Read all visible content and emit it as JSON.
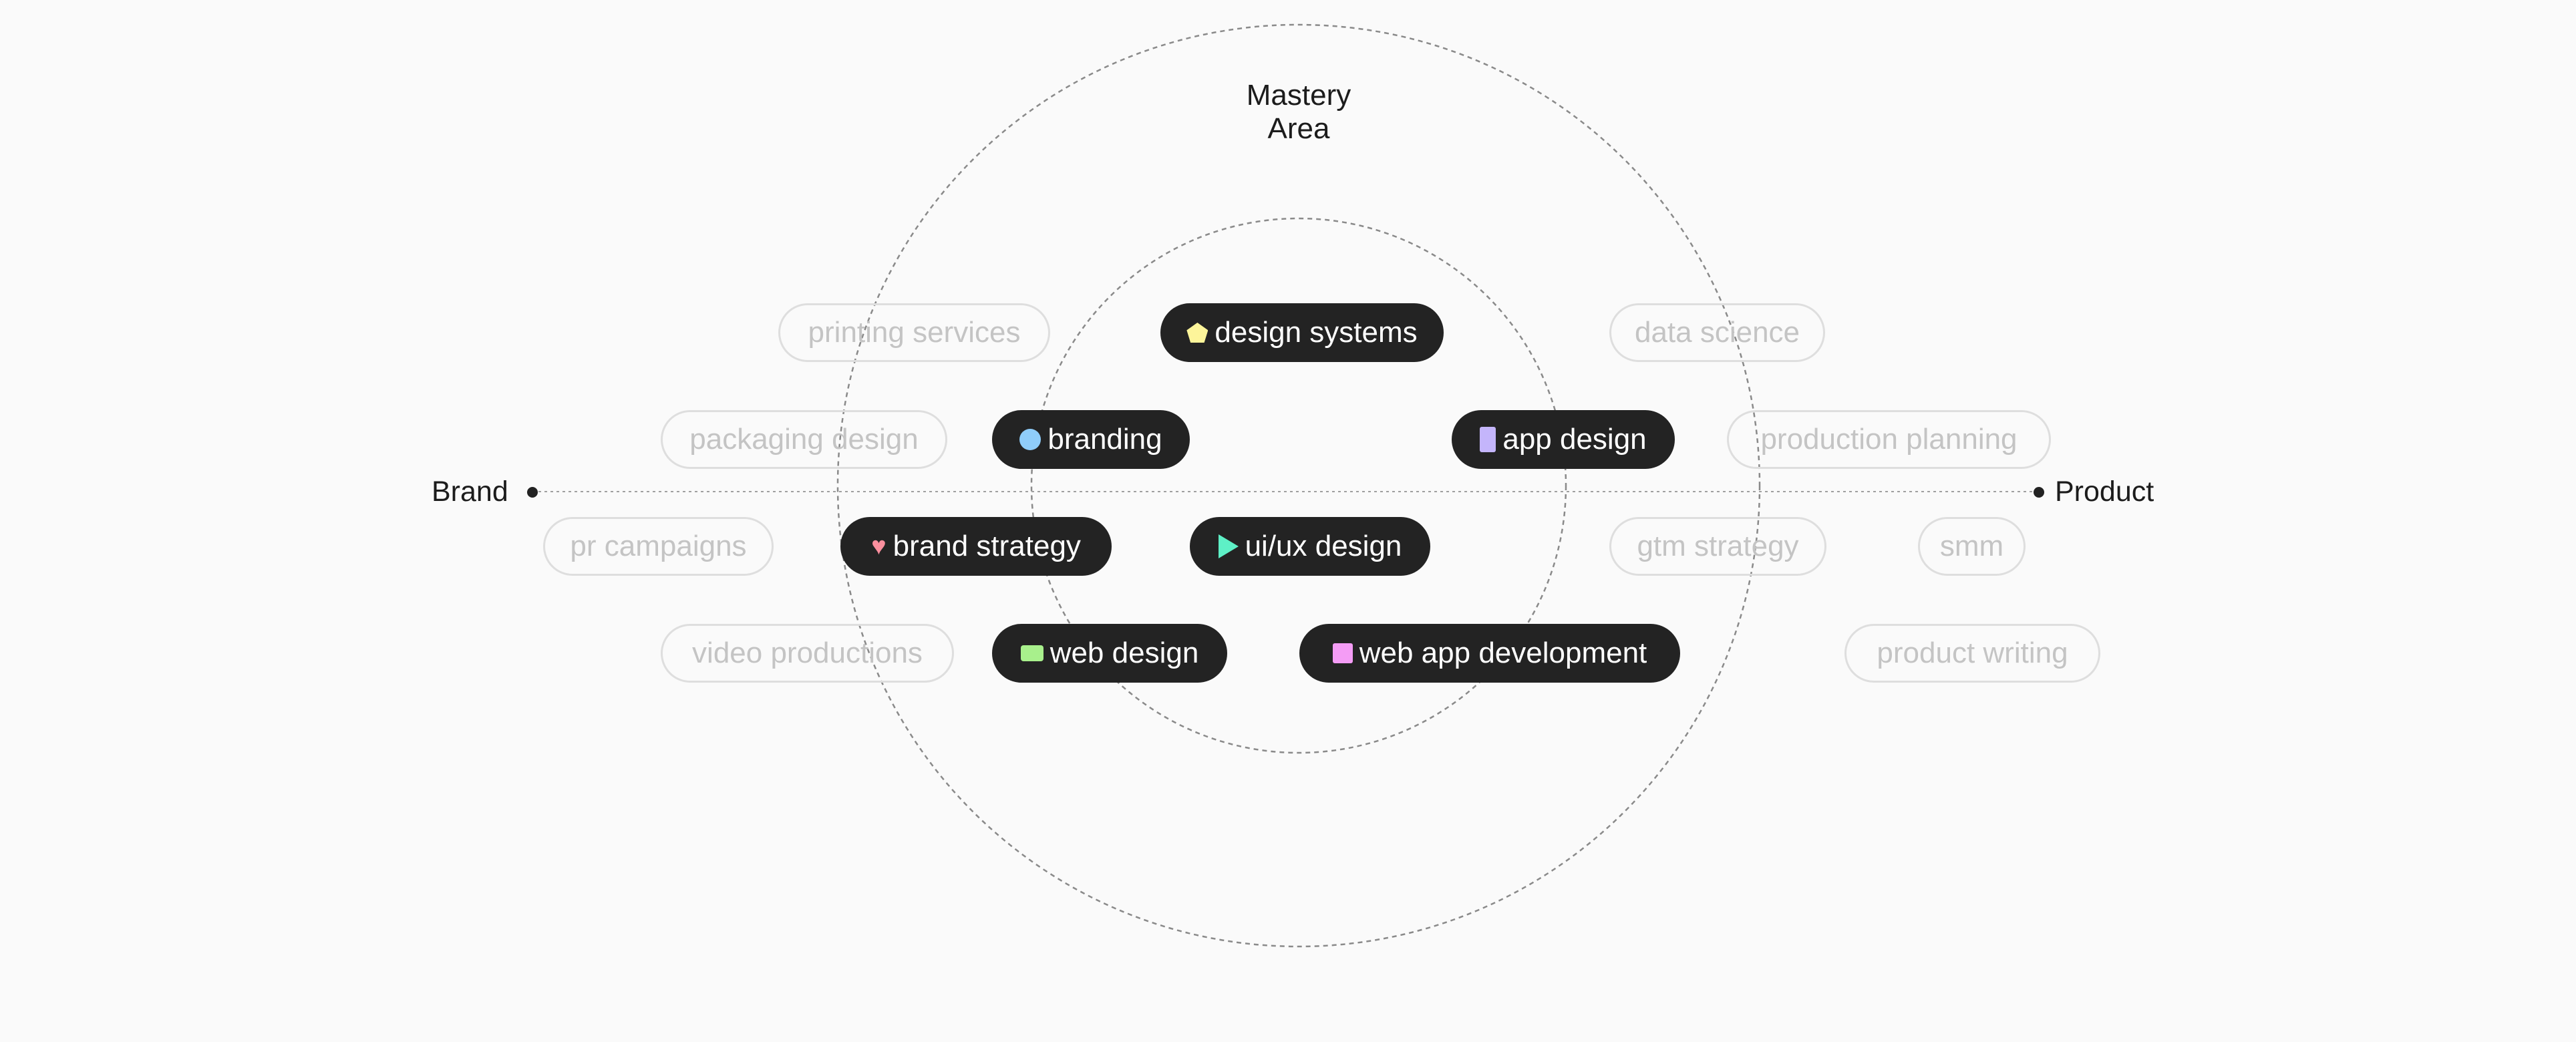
{
  "title": {
    "line1": "Mastery",
    "line2": "Area"
  },
  "axis": {
    "left_label": "Brand",
    "right_label": "Product"
  },
  "colors": {
    "background": "#fafafa",
    "dark_pill": "#232323",
    "light_pill_text": "#c4c4c4",
    "light_pill_border": "#dedede",
    "dashed_line": "#8a8a8a"
  },
  "core_skills": [
    {
      "label": "design systems",
      "icon": "pentagon-icon",
      "icon_color": "#fdf59a"
    },
    {
      "label": "branding",
      "icon": "circle-icon",
      "icon_color": "#8fcdfa"
    },
    {
      "label": "app design",
      "icon": "rectangle-icon",
      "icon_color": "#c4b5fb"
    },
    {
      "label": "brand strategy",
      "icon": "heart-icon",
      "icon_color": "#fb8f9e"
    },
    {
      "label": "ui/ux design",
      "icon": "play-icon",
      "icon_color": "#5ef0c6"
    },
    {
      "label": "web design",
      "icon": "rectangle-icon",
      "icon_color": "#a8f08c"
    },
    {
      "label": "web app development",
      "icon": "square-icon",
      "icon_color": "#f49cf5"
    }
  ],
  "outer_skills": [
    "printing services",
    "packaging design",
    "pr campaigns",
    "video productions",
    "data science",
    "production planning",
    "gtm strategy",
    "smm",
    "product writing"
  ]
}
